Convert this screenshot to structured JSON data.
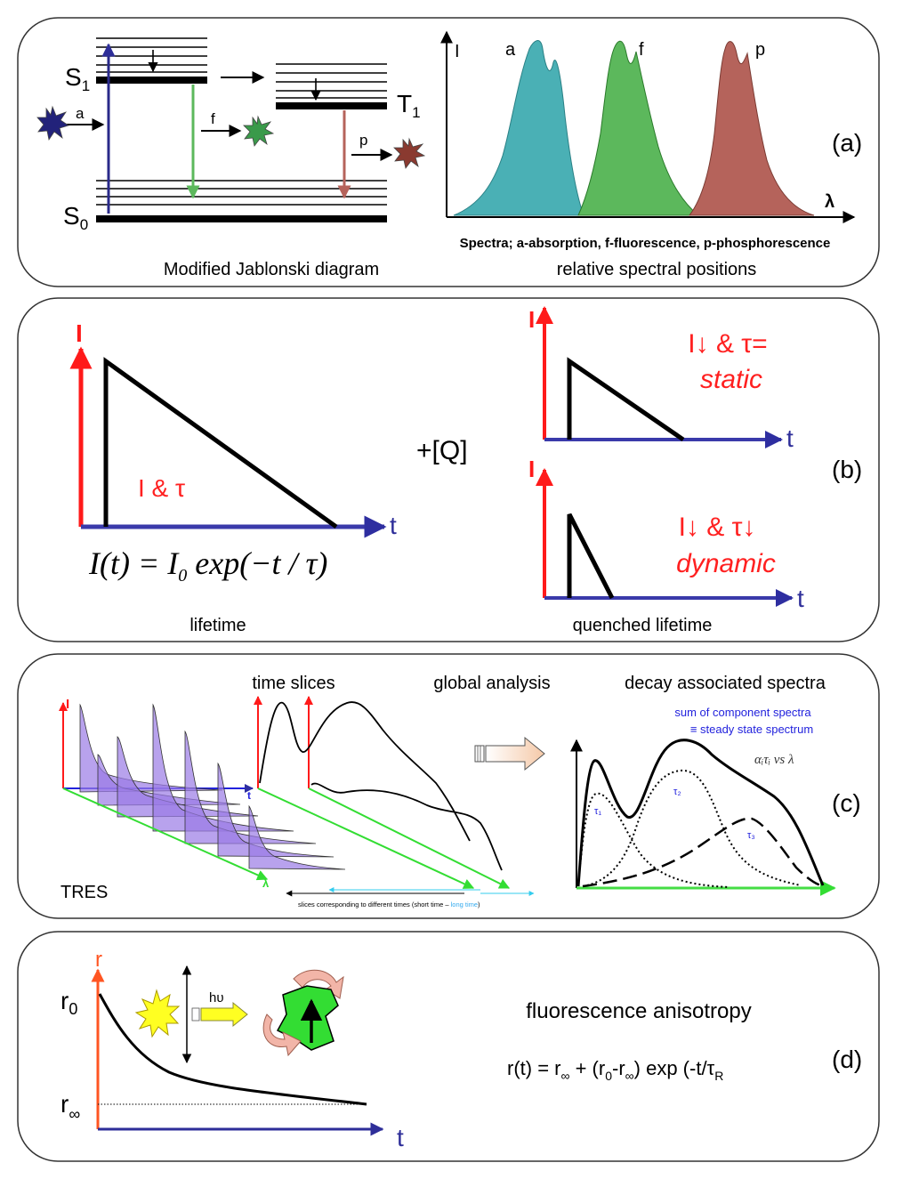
{
  "panel_a": {
    "levels": {
      "s1": "S",
      "s1_sub": "1",
      "s0": "S",
      "s0_sub": "0",
      "t1": "T",
      "t1_sub": "1"
    },
    "arrow_labels": {
      "a": "a",
      "f": "f",
      "p": "p"
    },
    "spectra_labels": {
      "y_axis": "I",
      "x_axis": "λ",
      "a": "a",
      "f": "f",
      "p": "p"
    },
    "spectra_caption": "Spectra; a-absorption, f-fluorescence, p-phosphorescence",
    "spectra_subcaption": "relative  spectral positions",
    "diagram_caption": "Modified Jablonski diagram",
    "panel_label": "(a)",
    "colors": {
      "absorption": "#4ab0b5",
      "fluorescence": "#5cb85c",
      "phosphorescence": "#b5635b",
      "excitation_arrow": "#2a2a8a"
    }
  },
  "panel_b": {
    "axis_i": "I",
    "axis_t": "t",
    "main_label": "I & τ",
    "equation": "I(t) = I₀ exp(−t / τ)",
    "equation_parts": {
      "lhs": "I(t) = I",
      "sub": "0",
      "rhs": " exp(−t / τ)"
    },
    "quencher": "+[Q]",
    "static_line1": "I↓ & τ=",
    "static_line2": "static",
    "dynamic_line1": "I↓ & τ↓",
    "dynamic_line2": "dynamic",
    "caption_left": "lifetime",
    "caption_right": "quenched lifetime",
    "panel_label": "(b)"
  },
  "panel_c": {
    "title_time_slices": "time slices",
    "title_global": "global analysis",
    "title_das": "decay associated spectra",
    "axis_i": "I",
    "axis_t": "t",
    "axis_lambda": "λ",
    "tres": "TRES",
    "slices_note": "slices corresponding to different times (short time – ",
    "slices_note_long": "long time",
    "slices_note_end": ")",
    "sum_line1": "sum of component spectra",
    "sum_line2": "≡ steady state spectrum",
    "alpha_tau": "αᵢτᵢ vs λ",
    "tau1": "τ₁",
    "tau2": "τ₂",
    "tau3": "τ₃",
    "panel_label": "(c)"
  },
  "panel_d": {
    "axis_r": "r",
    "r0": "r",
    "r0_sub": "0",
    "rinf": "r",
    "rinf_sub": "∞",
    "axis_t": "t",
    "hv": "hυ",
    "title": "fluorescence anisotropy",
    "equation": "r(t) = r∞ + (r0-r∞) exp (-t/τR)",
    "panel_label": "(d)"
  }
}
